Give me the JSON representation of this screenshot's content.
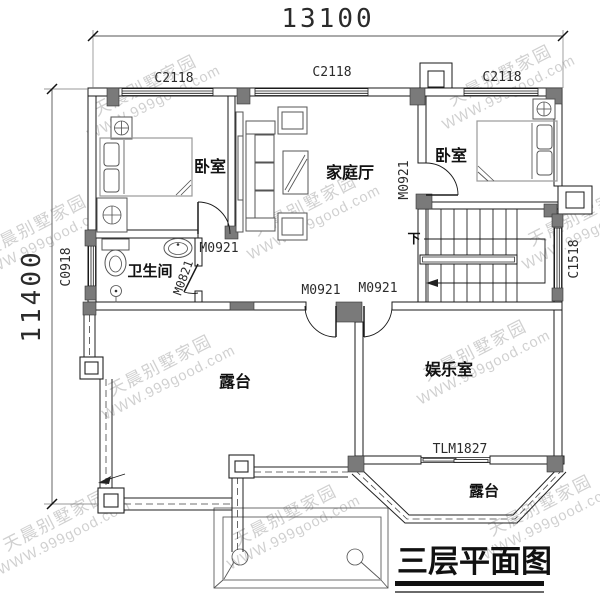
{
  "drawing": {
    "title": "三层平面图",
    "dimensions": {
      "width": "13100",
      "height": "11400"
    },
    "watermark": {
      "line1": "天晨别墅家园",
      "line2": "WWW.999good.com"
    },
    "rooms": {
      "bedroom_left": "卧室",
      "family_hall": "家庭厅",
      "bedroom_right": "卧室",
      "bathroom": "卫生间",
      "terrace_main": "露台",
      "entertainment": "娱乐室",
      "terrace_bay": "露台"
    },
    "windows": {
      "c2118_left": "C2118",
      "c2118_mid": "C2118",
      "c2118_right": "C2118",
      "c0918": "C0918",
      "c1518": "C1518"
    },
    "doors": {
      "m0921_bedroom_left": "M0921",
      "m0921_bedroom_right": "M0921",
      "m0921_terrace": "M0921",
      "m0921_entertainment": "M0921",
      "m0821_bathroom": "M0821",
      "tlm1827": "TLM1827"
    },
    "stairs": {
      "direction_label": "下"
    },
    "colors": {
      "line": "#1a1a1a",
      "column_fill": "#7a7a7a",
      "watermark": "#c8c8c8",
      "background": "#ffffff"
    }
  }
}
